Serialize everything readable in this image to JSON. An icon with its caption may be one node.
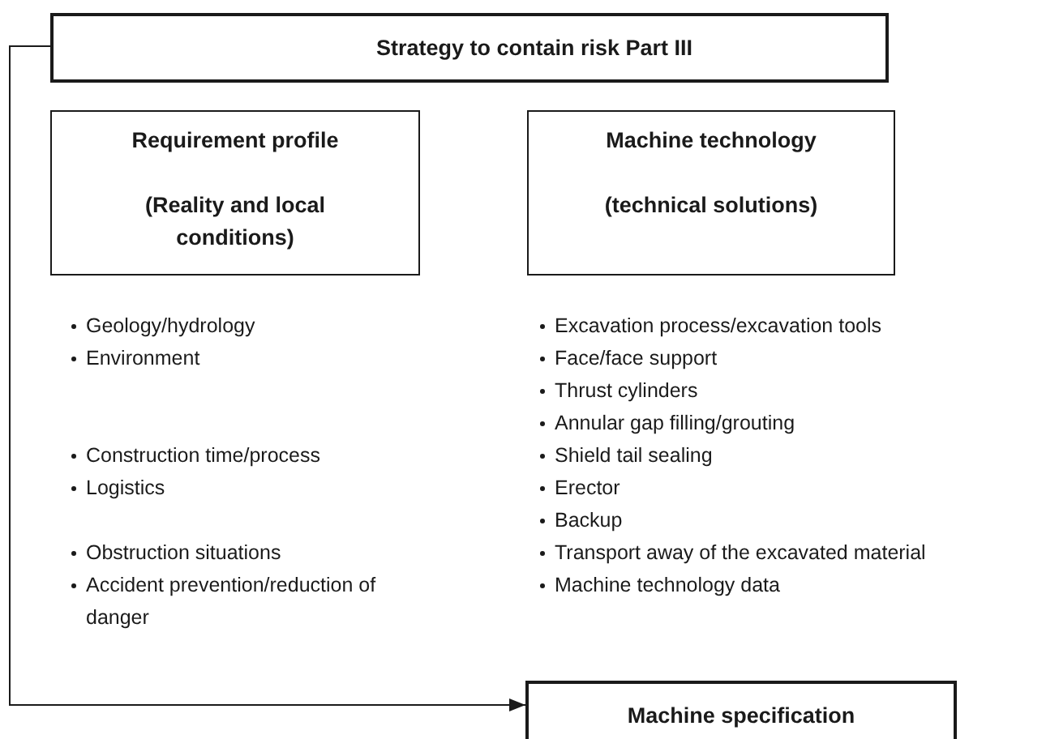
{
  "diagram": {
    "nodes": [
      {
        "text": [
          "Strategy to contain risk Part III"
        ]
      },
      {
        "text": [
          "Requirement profile",
          "(Reality and local conditions)"
        ]
      },
      {
        "text": [
          "Machine technology",
          "(technical solutions)"
        ]
      },
      {
        "text": [
          "Machine specification"
        ]
      }
    ],
    "edges": [
      {
        "from": 0,
        "to": 3,
        "arrow": "to"
      }
    ],
    "labels": [
      "Geology/hydrology",
      "Environment",
      "Construction time/process",
      "Logistics",
      "Obstruction situations",
      "Accident prevention/reduction of danger",
      "Excavation process/excavation tools",
      "Face/face support",
      "Thrust cylinders",
      "Annular gap filling/grouting",
      "Shield tail sealing",
      "Erector",
      "Backup",
      "Transport away of the excavated material",
      "Machine technology data"
    ]
  }
}
